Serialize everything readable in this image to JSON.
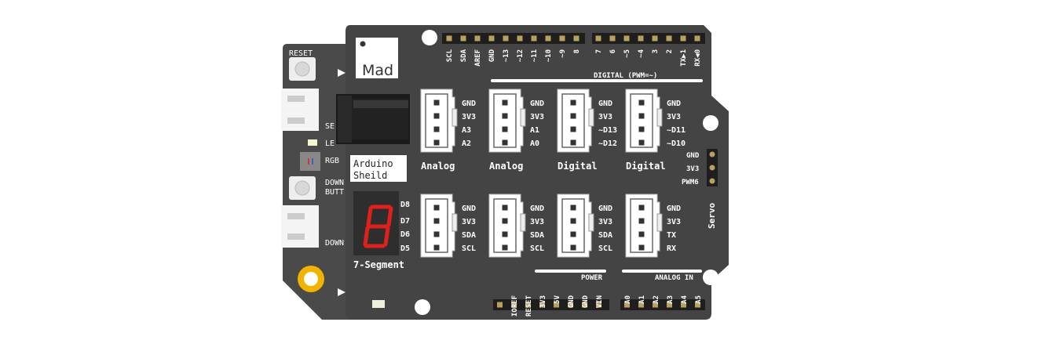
{
  "board": {
    "mad_logo": "Mad",
    "reset_label": "RESET",
    "arduino_label_line1": "Arduino",
    "arduino_label_line2": "Sheild",
    "seven_segment_label": "7-Segment",
    "seven_segment_digit": "8",
    "servo_label": "Servo",
    "digital_header": "DIGITAL (PWM=~)",
    "power_header": "POWER",
    "analog_header": "ANALOG IN",
    "side_labels": {
      "se": "SE",
      "le": "LE",
      "rgb": "RGB",
      "down_1": "DOWN",
      "butt": "BUTT",
      "down_2": "DOWN"
    },
    "top_pins_left": [
      "SCL",
      "SDA",
      "AREF",
      "GND",
      "~13",
      "~12",
      "~11",
      "~10",
      "~9",
      "8"
    ],
    "top_pins_right": [
      "7",
      "6",
      "~5",
      "~4",
      "3",
      "2",
      "TX▶1",
      "RX◀0"
    ],
    "power_pins": [
      "IOREF",
      "RESET",
      "3V3",
      "5V",
      "GND",
      "GND",
      "VIN"
    ],
    "analog_pins": [
      "A0",
      "A1",
      "A2",
      "A3",
      "A4",
      "A5"
    ],
    "seg_pins": [
      "D8",
      "D7",
      "D6",
      "D5"
    ],
    "servo_pins": [
      "GND",
      "3V3",
      "PWM6"
    ],
    "connectors_top": [
      {
        "title": "Analog",
        "pins": [
          "GND",
          "3V3",
          "A3",
          "A2"
        ]
      },
      {
        "title": "Analog",
        "pins": [
          "GND",
          "3V3",
          "A1",
          "A0"
        ]
      },
      {
        "title": "Digital",
        "pins": [
          "GND",
          "3V3",
          "~D13",
          "~D12"
        ]
      },
      {
        "title": "Digital",
        "pins": [
          "GND",
          "3V3",
          "~D11",
          "~D10"
        ]
      }
    ],
    "connectors_bottom": [
      {
        "pins": [
          "GND",
          "3V3",
          "SDA",
          "SCL"
        ]
      },
      {
        "pins": [
          "GND",
          "3V3",
          "SDA",
          "SCL"
        ]
      },
      {
        "pins": [
          "GND",
          "3V3",
          "SDA",
          "SCL"
        ]
      },
      {
        "pins": [
          "GND",
          "3V3",
          "TX",
          "RX"
        ]
      }
    ],
    "colors": {
      "pcb": "#444444",
      "sub_pcb": "#4a4a4a",
      "header": "#1e1e1e",
      "segment_red": "#e0201c",
      "mount_hole_gold": "#f0b400"
    }
  }
}
